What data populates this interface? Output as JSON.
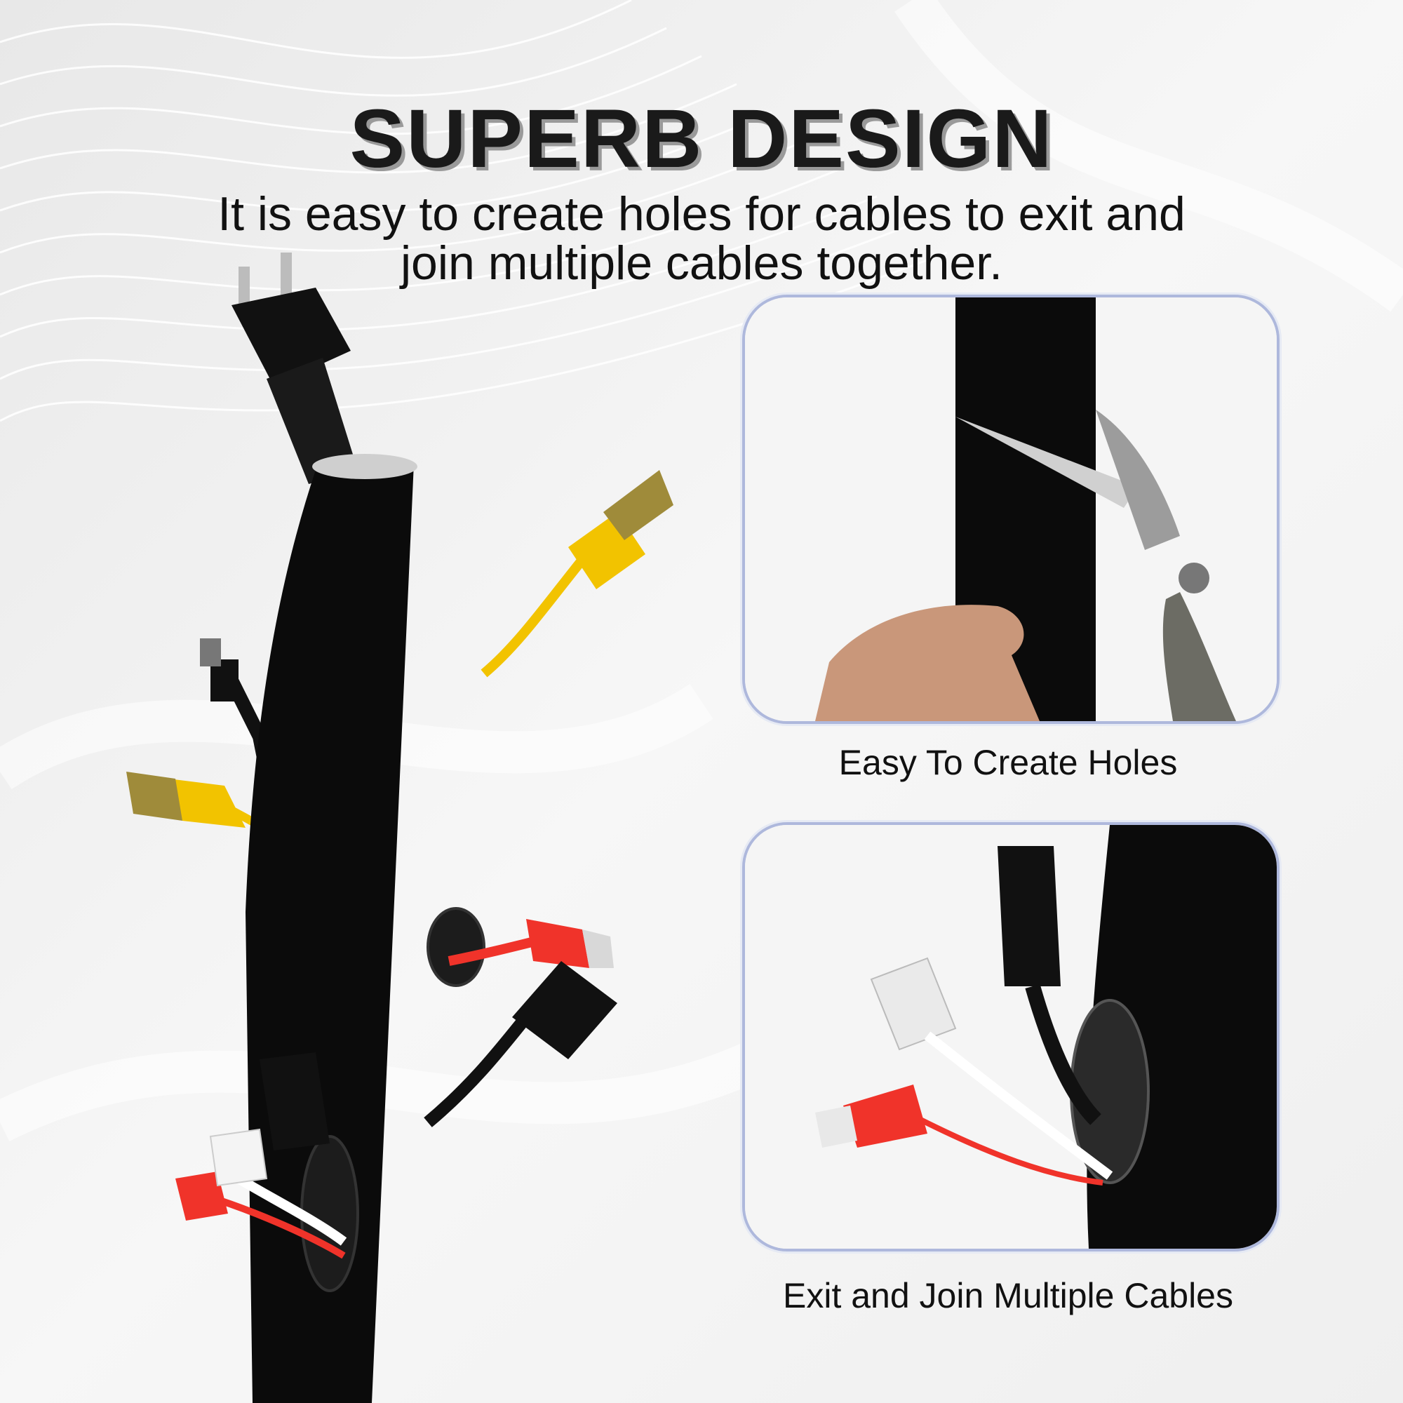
{
  "header": {
    "title": "SUPERB DESIGN",
    "subtitle_line1": "It is easy to create holes for cables to exit and",
    "subtitle_line2": "join multiple cables together."
  },
  "panels": [
    {
      "caption": "Easy To Create Holes",
      "icon": "scissors-cutting-sleeve-image"
    },
    {
      "caption": "Exit and Join Multiple Cables",
      "icon": "cables-exiting-sleeve-image"
    }
  ],
  "colors": {
    "sleeve": "#0b0b0b",
    "ethernet_yellow": "#f2c300",
    "ethernet_red": "#f0332a",
    "panel_border": "#aeb8dc",
    "title_shadow": "#9a9a9a"
  }
}
